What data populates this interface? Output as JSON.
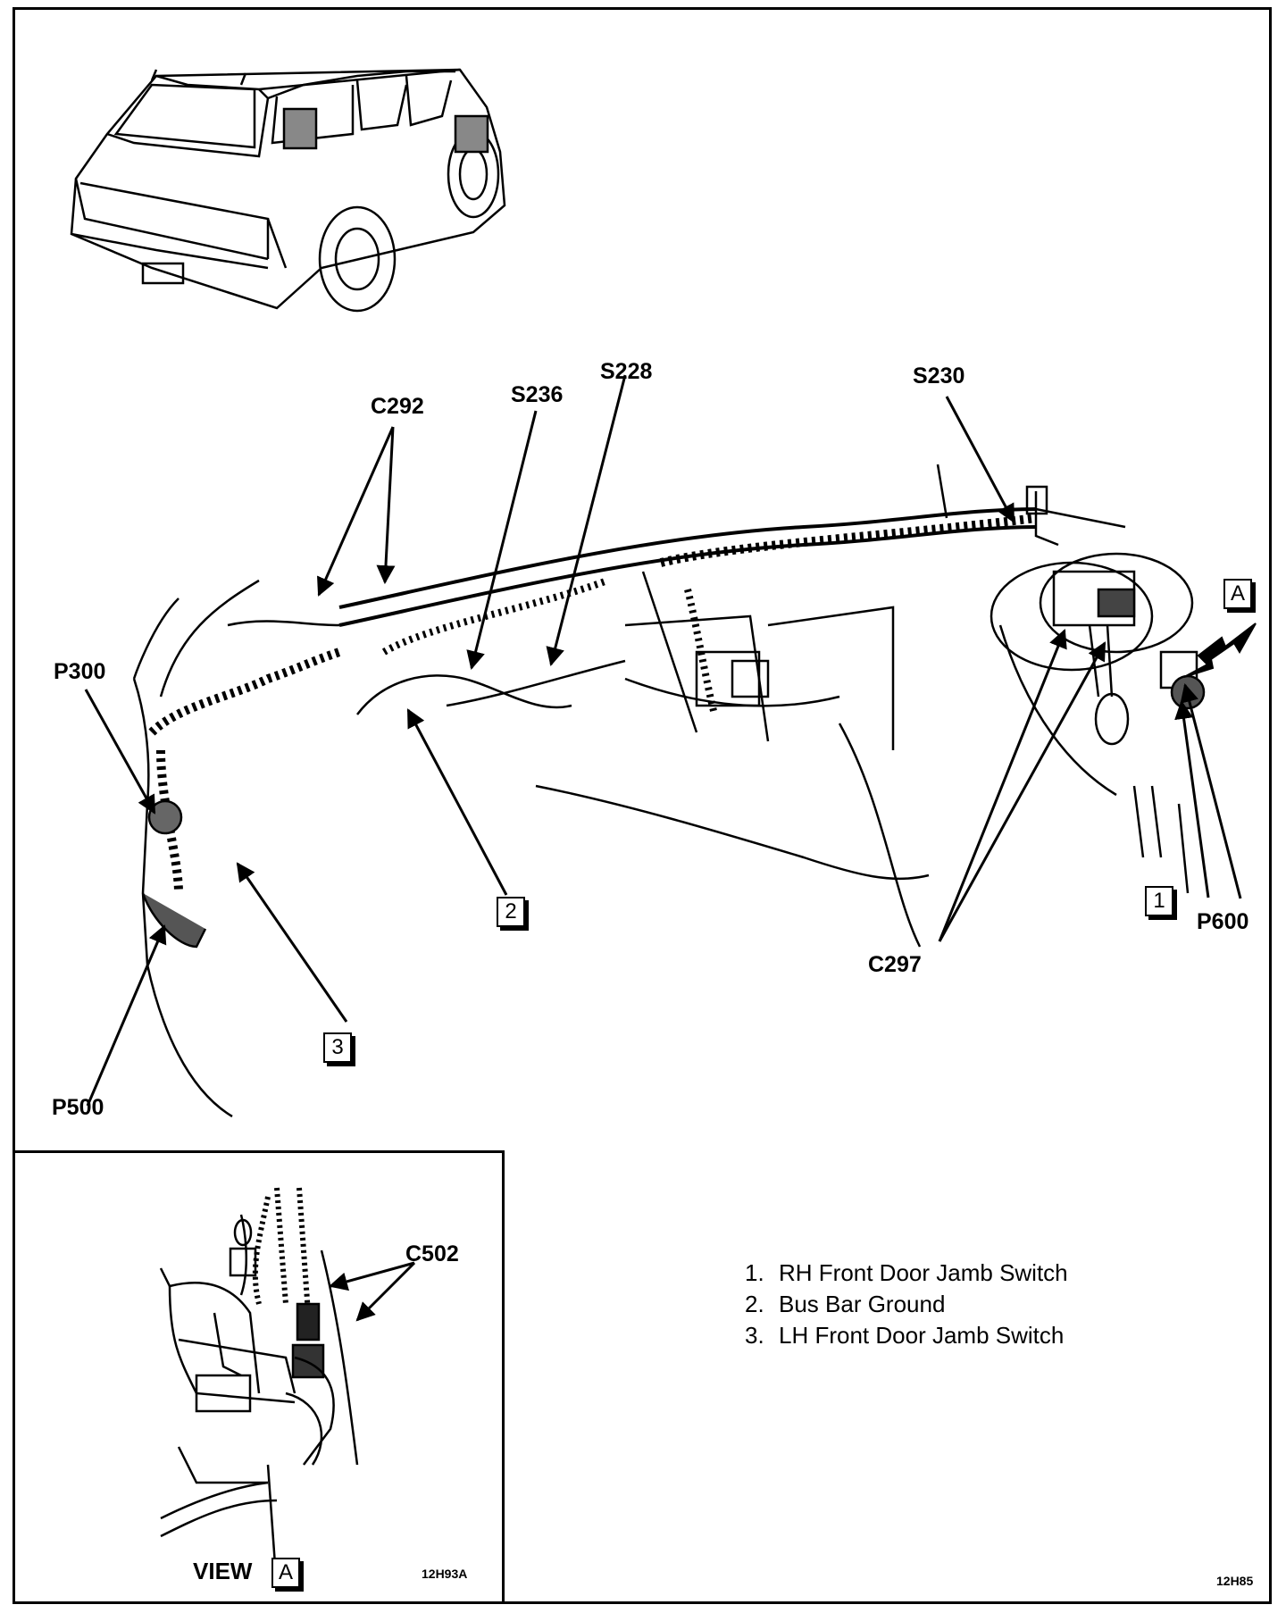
{
  "labels": {
    "c292": "C292",
    "s236": "S236",
    "s228": "S228",
    "s230": "S230",
    "p300": "P300",
    "p500": "P500",
    "p600": "P600",
    "c297": "C297",
    "c502": "C502"
  },
  "callouts": {
    "one": "1",
    "two": "2",
    "three": "3",
    "view_a_box": "A",
    "view_a_inset_box": "A"
  },
  "legend": [
    {
      "num": "1.",
      "text": "RH Front Door Jamb Switch"
    },
    {
      "num": "2.",
      "text": "Bus Bar Ground"
    },
    {
      "num": "3.",
      "text": "LH Front Door Jamb Switch"
    }
  ],
  "view_label": "VIEW",
  "figure_codes": {
    "inset": "12H93A",
    "main": "12H85"
  }
}
